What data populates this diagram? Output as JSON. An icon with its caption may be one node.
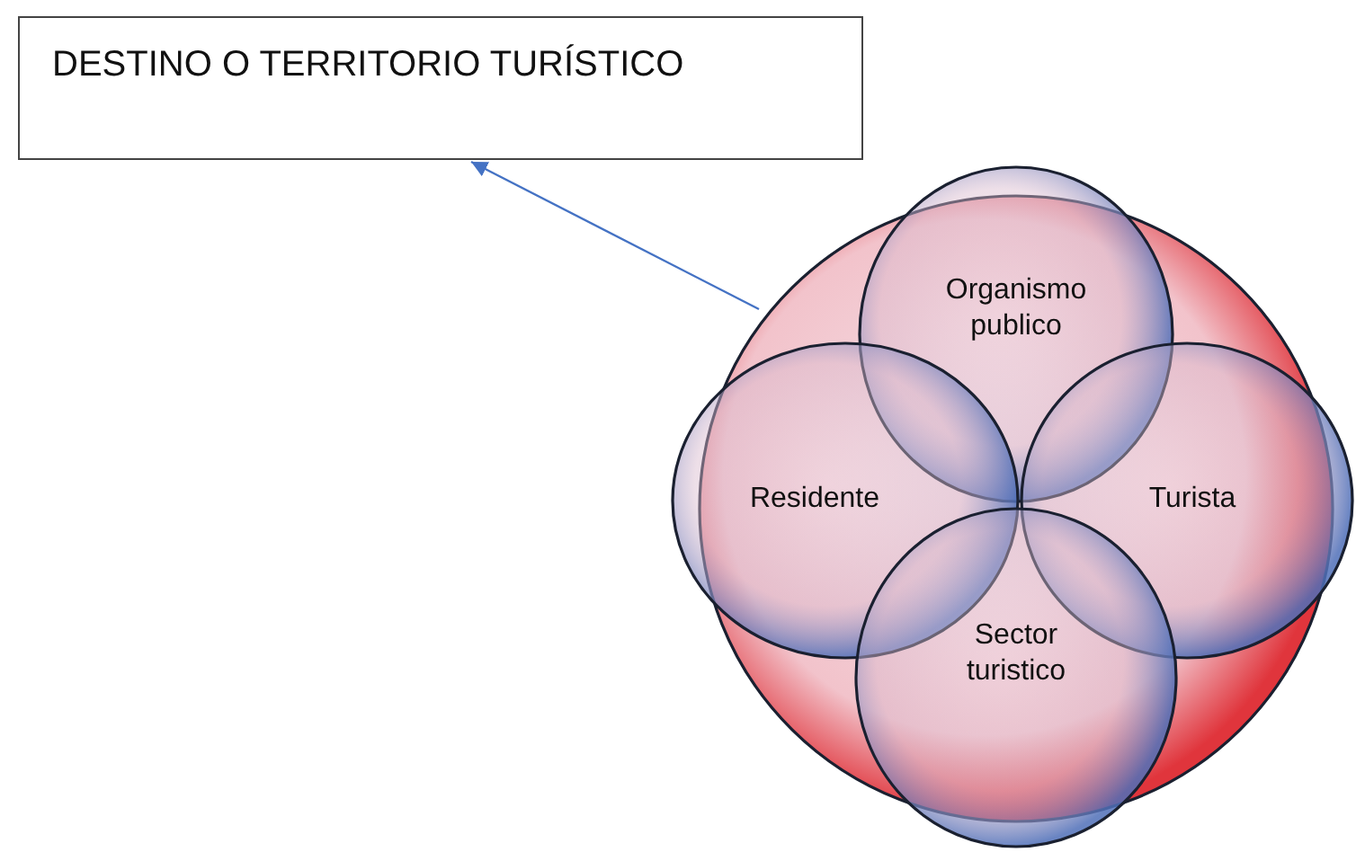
{
  "diagram": {
    "nodes": [
      {
        "text": [
          "DESTINO O TERRITORIO TURÍSTICO"
        ]
      },
      {
        "text": [],
        "shape": "circle"
      },
      {
        "text": [
          "Organismo publico"
        ]
      },
      {
        "text": [
          "Residente"
        ]
      },
      {
        "text": [
          "Turista"
        ]
      },
      {
        "text": [
          "Sector turistico"
        ]
      }
    ],
    "edges": [
      {
        "from": 1,
        "to": 0,
        "arrow": "to"
      }
    ]
  }
}
